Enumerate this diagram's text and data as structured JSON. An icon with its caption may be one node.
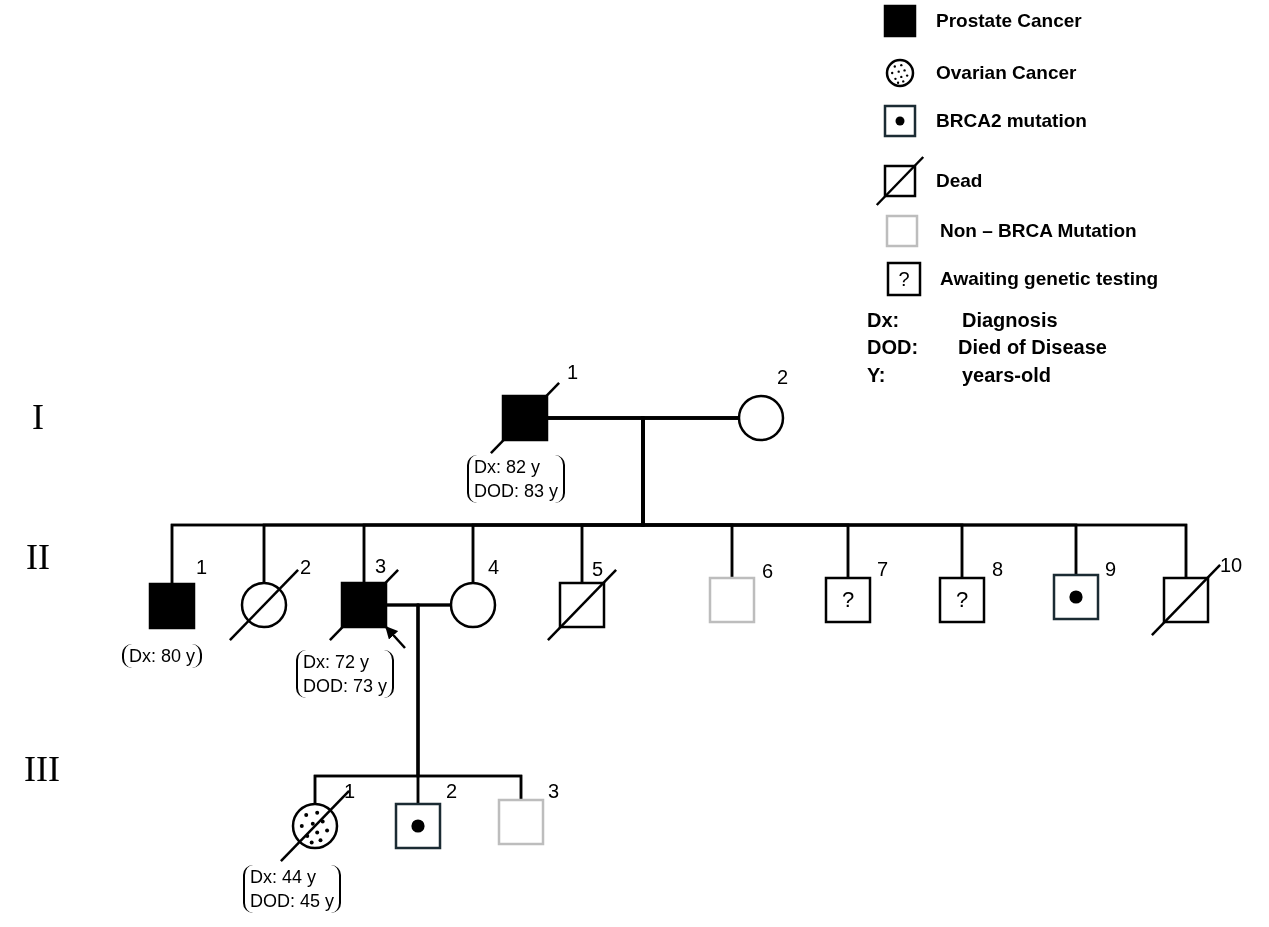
{
  "diagram": {
    "nodes": [
      {
        "text": [
          "1"
        ],
        "beside": [
          "Dx: 82 y",
          "DOD: 83 y"
        ]
      },
      {
        "text": [
          "2"
        ]
      },
      {
        "text": [
          "1"
        ],
        "beside": [
          "Dx: 80 y"
        ]
      },
      {
        "text": [
          "2"
        ]
      },
      {
        "text": [
          "3"
        ],
        "beside": [
          "Dx: 72 y",
          "DOD: 73 y"
        ]
      },
      {
        "text": [
          "4"
        ]
      },
      {
        "text": [
          "5"
        ]
      },
      {
        "text": [
          "6"
        ]
      },
      {
        "text": [
          "7",
          "?"
        ]
      },
      {
        "text": [
          "8",
          "?"
        ]
      },
      {
        "text": [
          "9"
        ]
      },
      {
        "text": [
          "10"
        ]
      },
      {
        "text": [
          "1"
        ],
        "beside": [
          "Dx: 44 y",
          "DOD: 45 y"
        ]
      },
      {
        "text": [
          "2"
        ]
      },
      {
        "text": [
          "3"
        ]
      }
    ],
    "edges": [
      {
        "from": 0,
        "to": 1,
        "arrow": "none"
      },
      {
        "from": 0,
        "to": 2,
        "arrow": "none"
      },
      {
        "from": 0,
        "to": 3,
        "arrow": "none"
      },
      {
        "from": 0,
        "to": 4,
        "arrow": "none"
      },
      {
        "from": 0,
        "to": 5,
        "arrow": "none"
      },
      {
        "from": 0,
        "to": 6,
        "arrow": "none"
      },
      {
        "from": 0,
        "to": 7,
        "arrow": "none"
      },
      {
        "from": 0,
        "to": 8,
        "arrow": "none"
      },
      {
        "from": 0,
        "to": 9,
        "arrow": "none"
      },
      {
        "from": 0,
        "to": 10,
        "arrow": "none"
      },
      {
        "from": 0,
        "to": 11,
        "arrow": "none"
      },
      {
        "from": 1,
        "to": 2,
        "arrow": "none"
      },
      {
        "from": 1,
        "to": 3,
        "arrow": "none"
      },
      {
        "from": 1,
        "to": 4,
        "arrow": "none"
      },
      {
        "from": 1,
        "to": 5,
        "arrow": "none"
      },
      {
        "from": 1,
        "to": 6,
        "arrow": "none"
      },
      {
        "from": 1,
        "to": 7,
        "arrow": "none"
      },
      {
        "from": 1,
        "to": 8,
        "arrow": "none"
      },
      {
        "from": 1,
        "to": 9,
        "arrow": "none"
      },
      {
        "from": 1,
        "to": 10,
        "arrow": "none"
      },
      {
        "from": 1,
        "to": 11,
        "arrow": "none"
      },
      {
        "from": 4,
        "to": 5,
        "arrow": "none"
      },
      {
        "from": 4,
        "to": 12,
        "arrow": "none"
      },
      {
        "from": 4,
        "to": 13,
        "arrow": "none"
      },
      {
        "from": 4,
        "to": 14,
        "arrow": "none"
      },
      {
        "from": 5,
        "to": 12,
        "arrow": "none"
      },
      {
        "from": 5,
        "to": 13,
        "arrow": "none"
      },
      {
        "from": 5,
        "to": 14,
        "arrow": "none"
      },
      {
        "from": null,
        "to": 4,
        "arrow": "to"
      }
    ],
    "labels": [
      "?",
      "Dx:",
      "Diagnosis",
      "DOD:",
      "Died of Disease",
      "Y:",
      "years-old",
      "I",
      "II",
      "III"
    ],
    "legend": [
      {
        "text": "Prostate Cancer"
      },
      {
        "text": "Ovarian Cancer"
      },
      {
        "text": "BRCA2 mutation"
      },
      {
        "text": "Dead"
      },
      {
        "text": "Non – BRCA Mutation"
      },
      {
        "text": "Awaiting genetic testing"
      }
    ]
  }
}
